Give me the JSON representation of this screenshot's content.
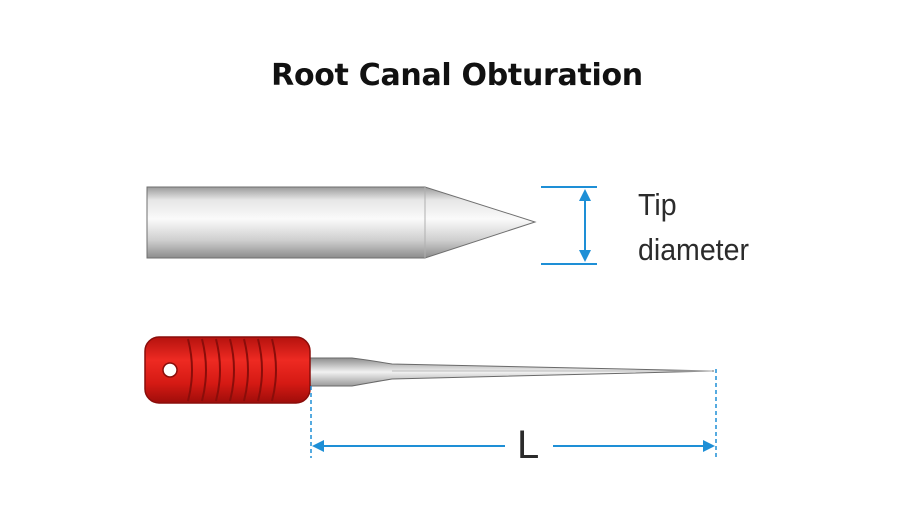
{
  "title": "Root Canal Obturation",
  "labels": {
    "tip_line1": "Tip",
    "tip_line2": "diameter",
    "length": "L"
  },
  "colors": {
    "dimension_line": "#1e8fd6",
    "handle": "#e0201b",
    "handle_wrap": "#8a0d0a",
    "needle_body": "#d8d8d8",
    "text": "#2b2b2b"
  },
  "icons": {
    "needle_tip": "cone-tip-needle",
    "file_instrument": "endodontic-file"
  }
}
